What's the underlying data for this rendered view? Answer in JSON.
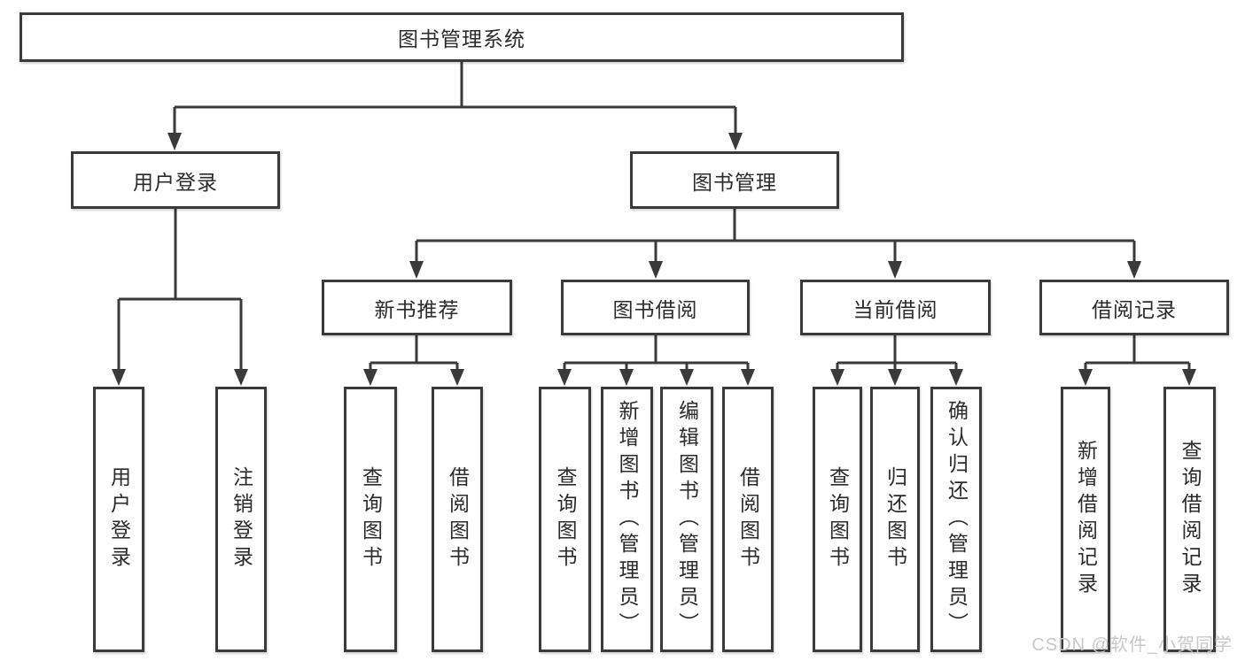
{
  "diagram": {
    "root": {
      "label": "图书管理系统"
    },
    "branches": [
      {
        "label": "用户登录",
        "children": [
          {
            "label": "用户登录"
          },
          {
            "label": "注销登录"
          }
        ]
      },
      {
        "label": "图书管理",
        "children": [
          {
            "label": "新书推荐",
            "children": [
              {
                "label": "查询图书"
              },
              {
                "label": "借阅图书"
              }
            ]
          },
          {
            "label": "图书借阅",
            "children": [
              {
                "label": "查询图书"
              },
              {
                "label": "新增图书（管理员）"
              },
              {
                "label": "编辑图书（管理员）"
              },
              {
                "label": "借阅图书"
              }
            ]
          },
          {
            "label": "当前借阅",
            "children": [
              {
                "label": "查询图书"
              },
              {
                "label": "归还图书"
              },
              {
                "label": "确认归还（管理员）"
              }
            ]
          },
          {
            "label": "借阅记录",
            "children": [
              {
                "label": "新增借阅记录"
              },
              {
                "label": "查询借阅记录"
              }
            ]
          }
        ]
      }
    ]
  },
  "watermark": {
    "text": "CSDN @软件_小贺同学"
  },
  "colors": {
    "line": "#3a3a3a",
    "box_border": "#3a3a3a",
    "box_background": "#ffffff",
    "text": "#2b2b2b",
    "watermark": "#c8c8c8",
    "background": "#ffffff"
  }
}
